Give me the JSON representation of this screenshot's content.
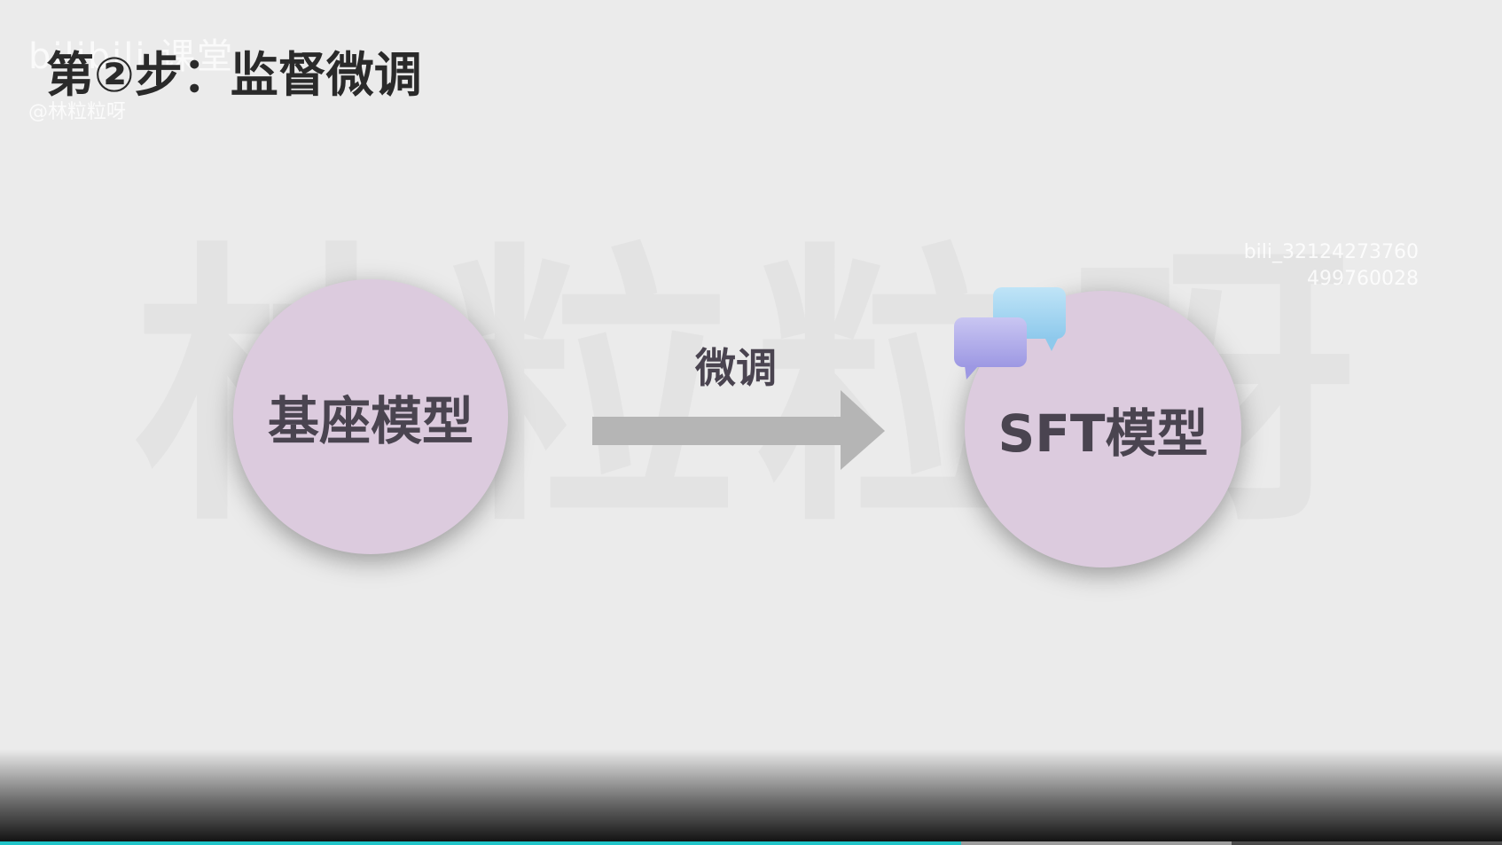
{
  "slide": {
    "title": "第②步：监督微调",
    "background_watermark": "林粒粒呀",
    "logo_watermark": "bilibili 课堂",
    "author_watermark": "@林粒粒呀",
    "uid_watermark_line1": "bili_32124273760",
    "uid_watermark_line2": "499760028"
  },
  "diagram": {
    "source_node": {
      "label": "基座模型"
    },
    "arrow": {
      "label": "微调"
    },
    "target_node": {
      "label": "SFT模型"
    },
    "target_icon": "chat-bubbles-icon"
  },
  "player": {
    "progress": 0.64,
    "buffered": 0.82,
    "played_color": "#20c4c8"
  },
  "colors": {
    "circle_fill": "#dccbde",
    "label_text": "#4a4450",
    "slide_bg": "#ebebeb",
    "arrow": "#b5b5b5"
  }
}
